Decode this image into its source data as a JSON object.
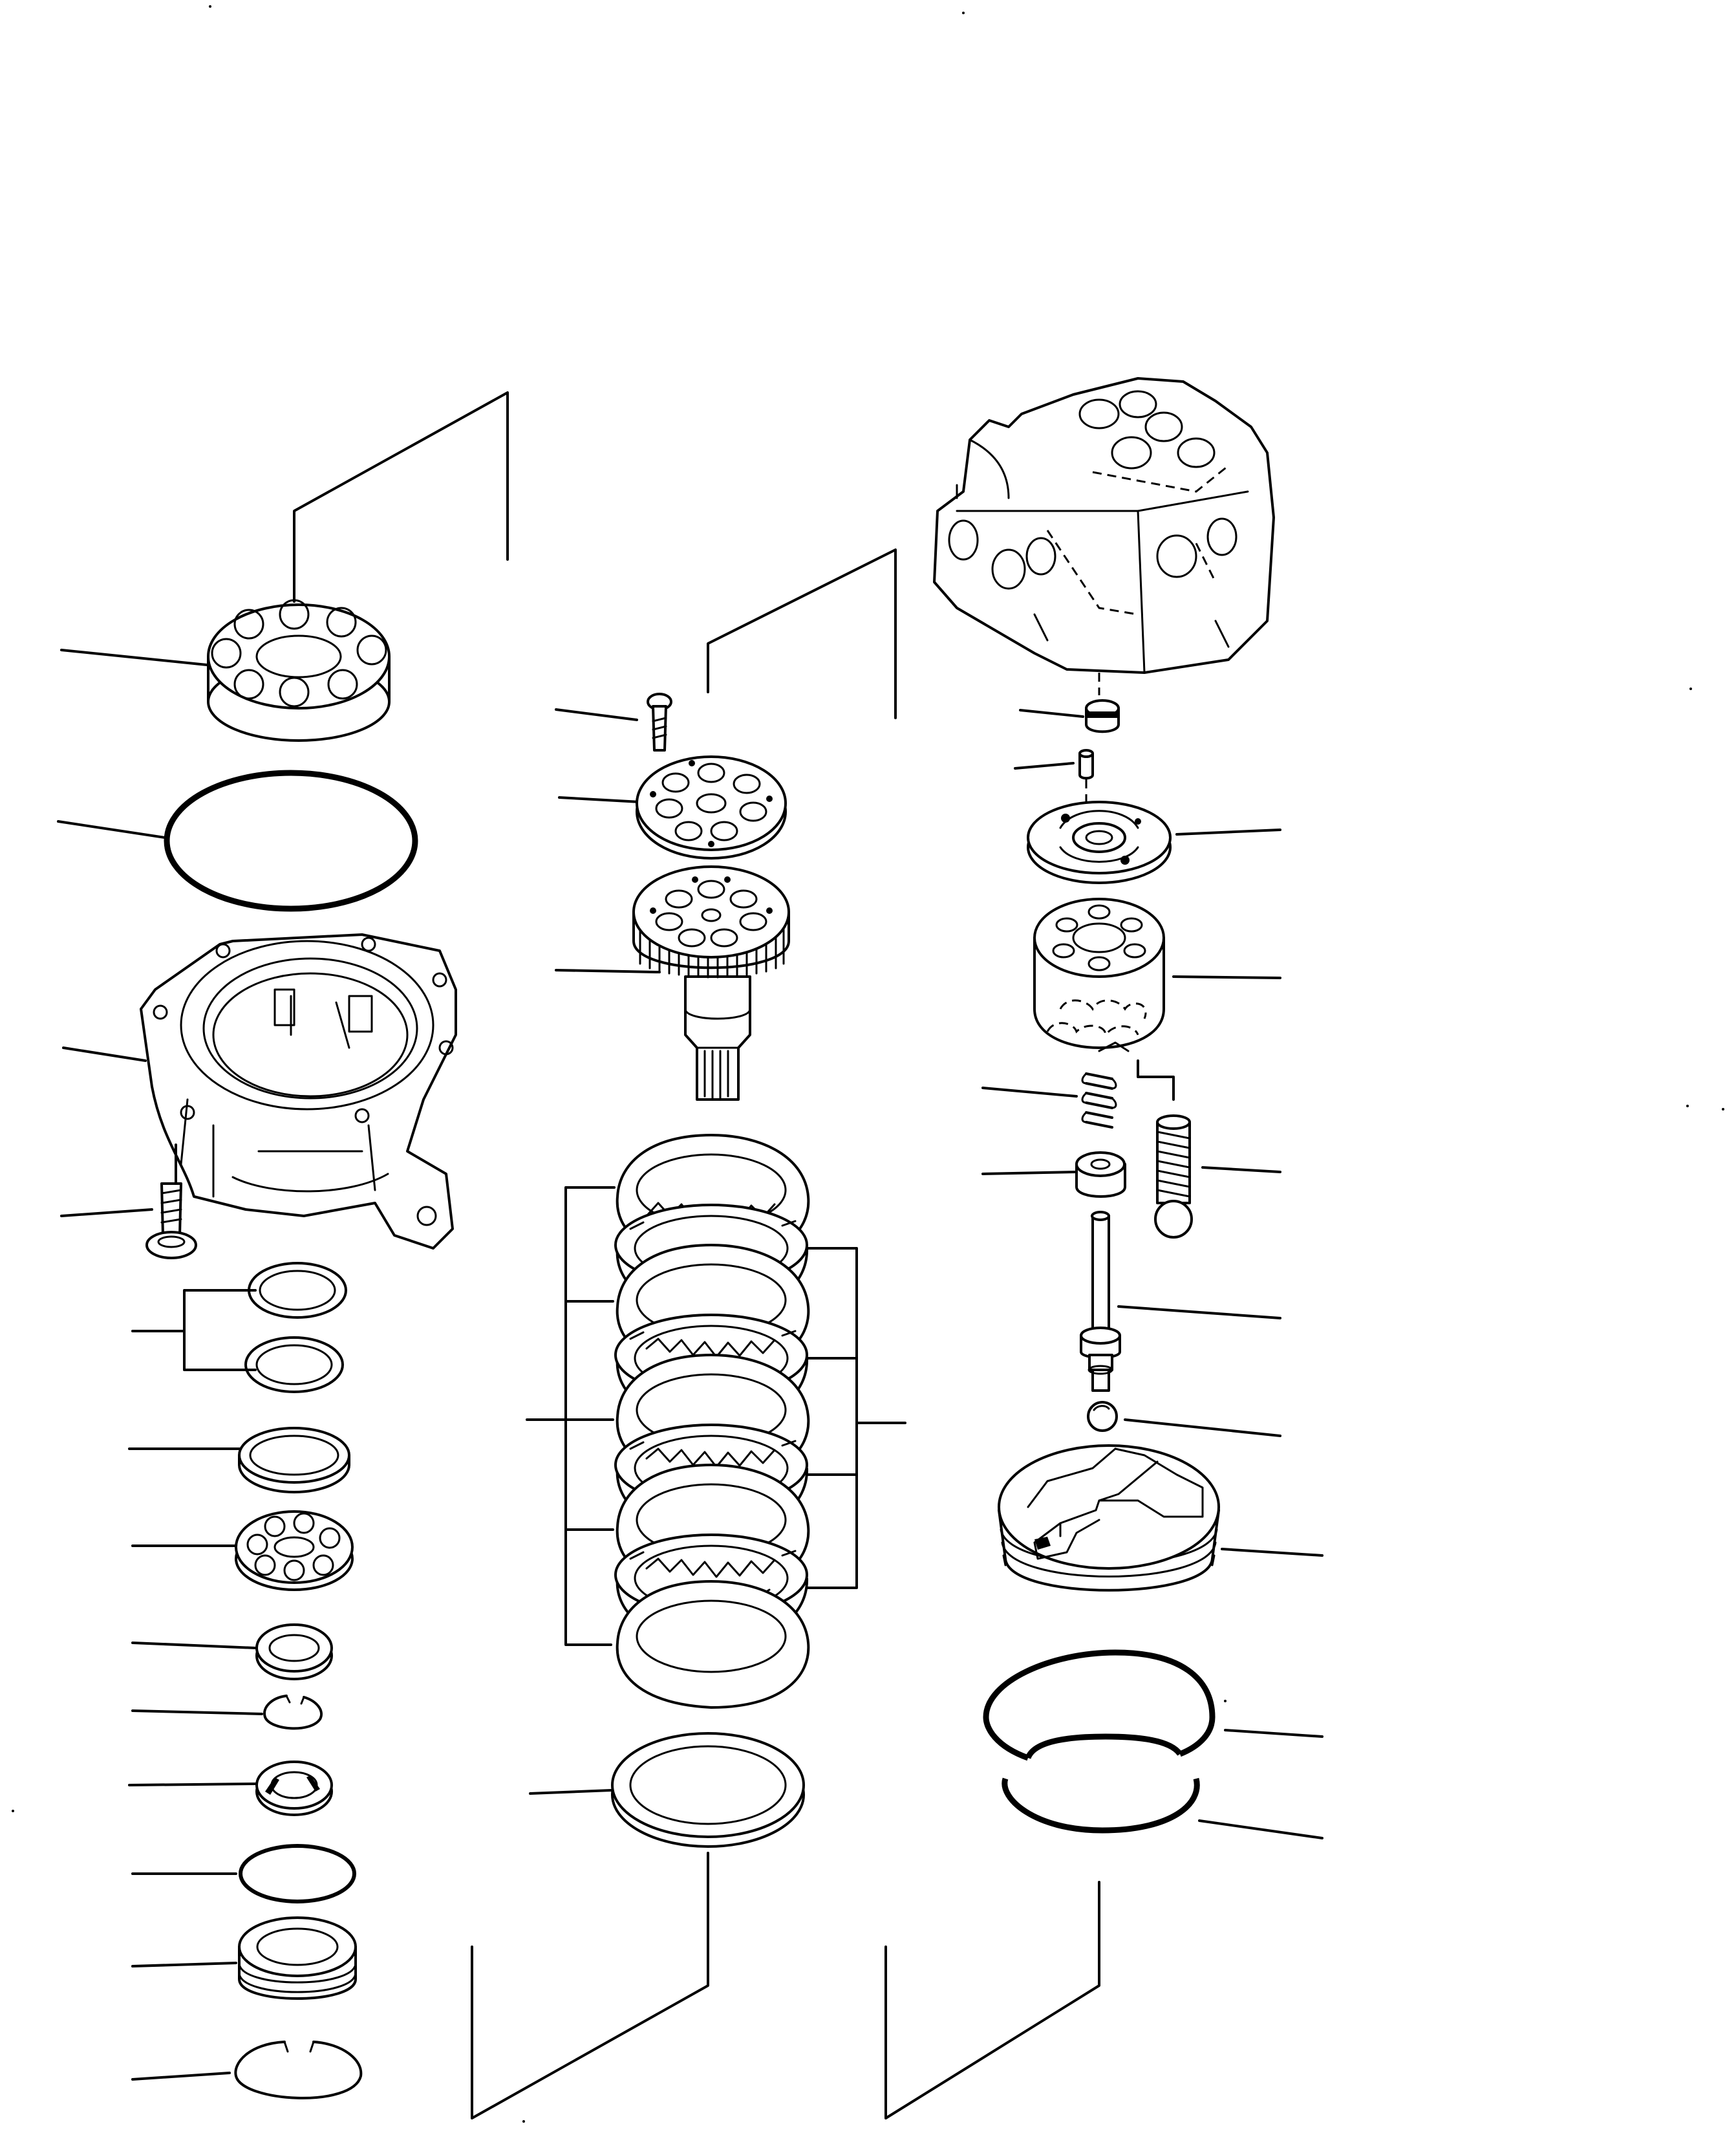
{
  "diagram": {
    "kind": "exploded-parts-drawing",
    "style": "black line art on white",
    "stroke_color": "#000000",
    "background_color": "#ffffff",
    "groups": [
      {
        "id": "left-stack",
        "parts": [
          "ball-bearing-upper",
          "o-ring-large",
          "motor-housing",
          "housing-bolt",
          "shim-upper",
          "shim-lower",
          "bearing-race",
          "ball-bearing-lower",
          "oil-seal",
          "snap-ring-small",
          "seal-ring",
          "o-ring-small",
          "collar",
          "snap-ring-large"
        ]
      },
      {
        "id": "center-stack",
        "parts": [
          "retainer-screw",
          "retainer-plate",
          "shaft-cylinder",
          "friction-disc-pack",
          "thrust-washer"
        ]
      },
      {
        "id": "right-stack",
        "parts": [
          "valve-casing",
          "check-plug",
          "pin",
          "valve-plate",
          "cylinder-block",
          "spring",
          "spring-seat",
          "piston-shoe",
          "push-rod",
          "steel-ball",
          "brake-piston",
          "o-ring-outer",
          "o-ring-inner"
        ]
      }
    ]
  }
}
